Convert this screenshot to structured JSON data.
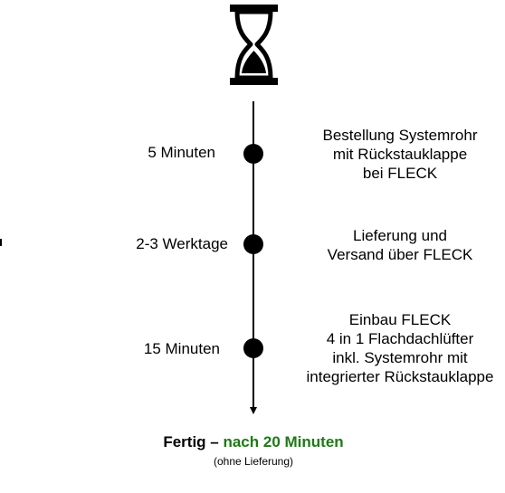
{
  "steps": [
    {
      "time": "5 Minuten",
      "description": "Bestellung Systemrohr\nmit Rückstauklappe\nbei FLECK"
    },
    {
      "time": "2-3 Werktage",
      "description": "Lieferung und\nVersand über FLECK"
    },
    {
      "time": "15 Minuten",
      "description": "Einbau FLECK\n4 in 1 Flachdachlüfter\ninkl. Systemrohr mit\nintegrierter Rückstauklappe"
    }
  ],
  "footer": {
    "prefix": "Fertig – ",
    "result": "nach 20 Minuten",
    "note": "(ohne Lieferung)"
  },
  "colors": {
    "line": "#000000",
    "accent": "#1e7a14"
  },
  "icons": {
    "top": "hourglass-icon"
  }
}
